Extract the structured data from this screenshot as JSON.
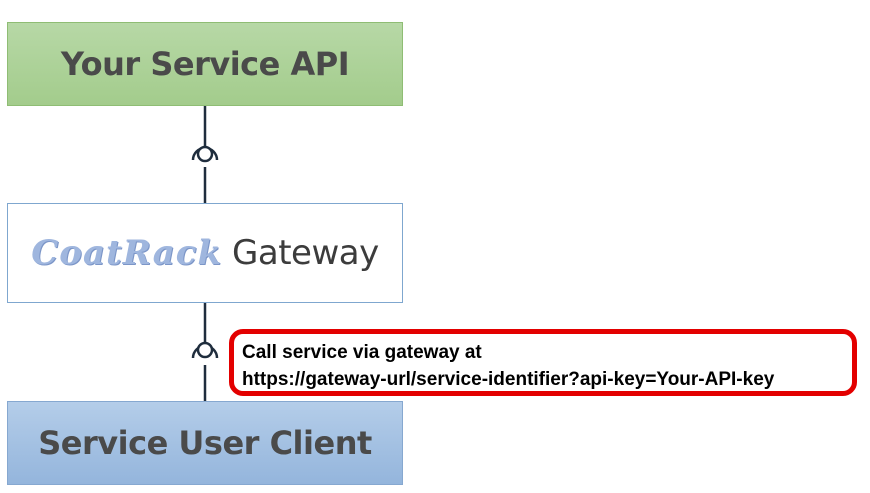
{
  "nodes": {
    "service_api": {
      "label": "Your Service API"
    },
    "gateway": {
      "brand": "CoatRack",
      "label": "Gateway"
    },
    "client": {
      "label": "Service User Client"
    }
  },
  "callout": {
    "line1": "Call service via gateway at",
    "line2": "https://gateway-url/service-identifier?api-key=Your-API-key"
  },
  "colors": {
    "api_box": "#a9d08e",
    "gateway_border": "#7fa7cf",
    "client_box": "#9dbde2",
    "connector": "#1f2d3d",
    "callout_border": "#e30000"
  }
}
